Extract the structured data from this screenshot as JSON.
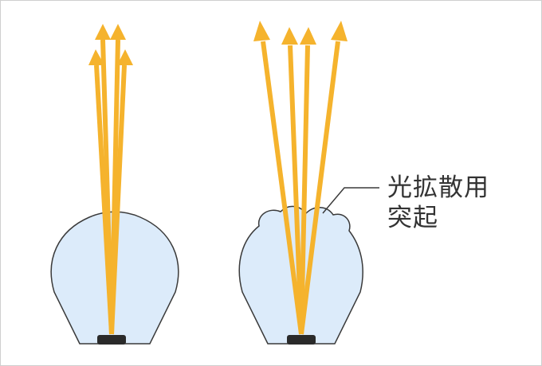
{
  "callout": {
    "line1": "光拡散用",
    "line2": "突起"
  },
  "colors": {
    "bulb_fill": "#dcebfa",
    "bulb_outline": "#3a3a3a",
    "ray": "#f5b32d",
    "chip": "#2a2a2a",
    "leader_line": "#3a3a3a",
    "frame": "#cfcfcf"
  },
  "icons": {
    "left_bulb": "led-bulb-smooth-dome",
    "right_bulb": "led-bulb-bumpy-dome",
    "rays": "light-ray-arrow"
  }
}
